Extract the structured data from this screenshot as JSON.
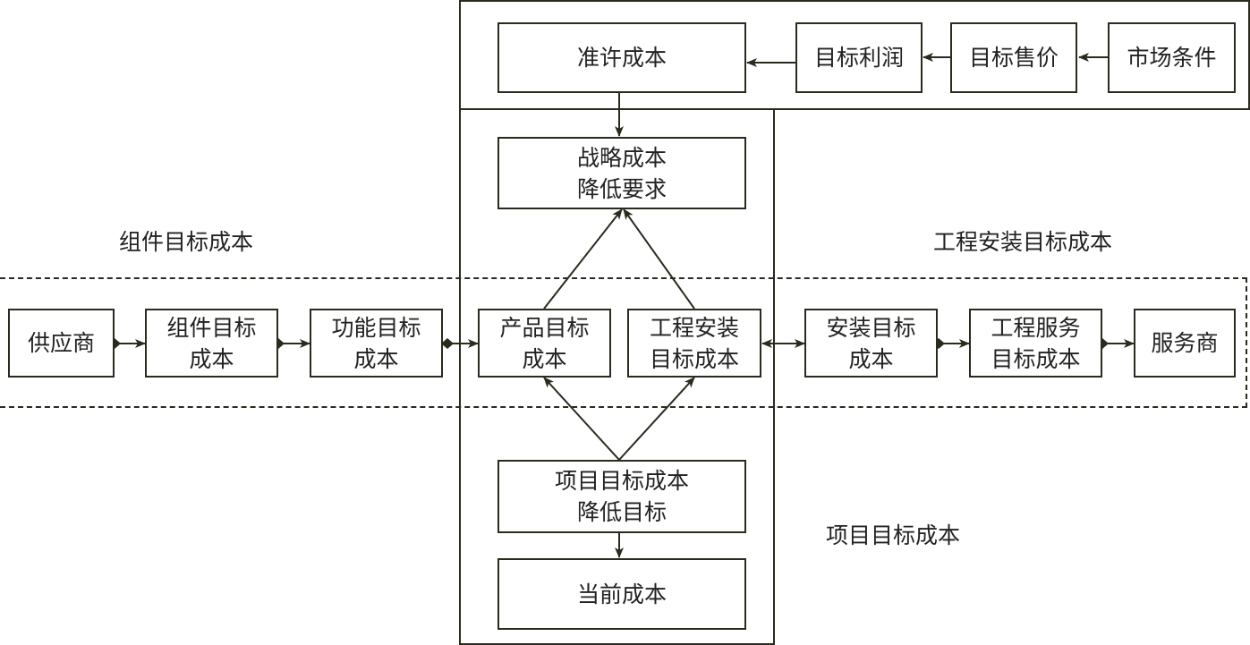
{
  "boxes": {
    "allowable_cost": "准许成本",
    "target_profit": "目标利润",
    "target_price": "目标售价",
    "market_conditions": "市场条件",
    "strategic_cost": "战略成本\n降低要求",
    "supplier": "供应商",
    "component_target_cost": "组件目标\n成本",
    "function_target_cost": "功能目标\n成本",
    "product_target_cost": "产品目标\n成本",
    "engineering_install_target_cost": "工程安装\n目标成本",
    "install_target_cost": "安装目标\n成本",
    "engineering_service_target_cost": "工程服务\n目标成本",
    "service_provider": "服务商",
    "project_target_cost_reduction": "项目目标成本\n降低目标",
    "current_cost": "当前成本"
  },
  "region_labels": {
    "component": "组件目标成本",
    "engineering_install": "工程安装目标成本",
    "project": "项目目标成本"
  }
}
